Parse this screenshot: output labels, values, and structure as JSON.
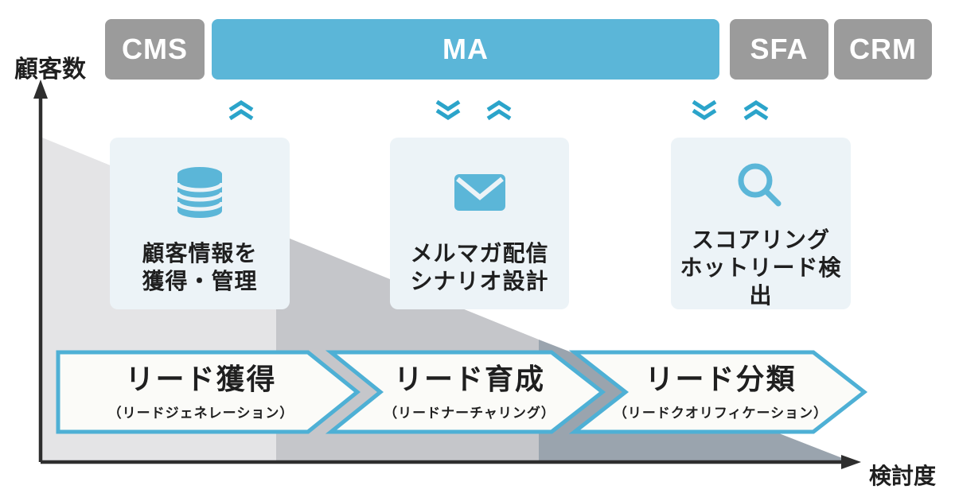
{
  "axes": {
    "y_label": "顧客数",
    "x_label": "検討度"
  },
  "tools": {
    "cms": "CMS",
    "ma": "MA",
    "sfa": "SFA",
    "crm": "CRM"
  },
  "cards": [
    {
      "icon": "database-icon",
      "line1": "顧客情報を",
      "line2": "獲得・管理"
    },
    {
      "icon": "mail-icon",
      "line1": "メルマガ配信",
      "line2": "シナリオ設計"
    },
    {
      "icon": "search-icon",
      "line1": "スコアリング",
      "line2": "ホットリード検出"
    }
  ],
  "stages": [
    {
      "title": "リード獲得",
      "subtitle": "（リードジェネレーション）"
    },
    {
      "title": "リード育成",
      "subtitle": "（リードナーチャリング）"
    },
    {
      "title": "リード分類",
      "subtitle": "（リードクオリフィケーション）"
    }
  ],
  "colors": {
    "tool_gray": "#9b9b9b",
    "accent_blue": "#5bb6d8",
    "chevron_blue": "#2ba4ca",
    "card_bg": "#ecf3f7",
    "banner_fill": "#fbfbf8",
    "banner_border": "#4eb0d5",
    "funnel_band_1": "#e4e4e6",
    "funnel_band_2": "#c5c6ca",
    "funnel_band_3": "#9aa4ae",
    "axis": "#2e2e2e",
    "text": "#1f1f1f"
  }
}
